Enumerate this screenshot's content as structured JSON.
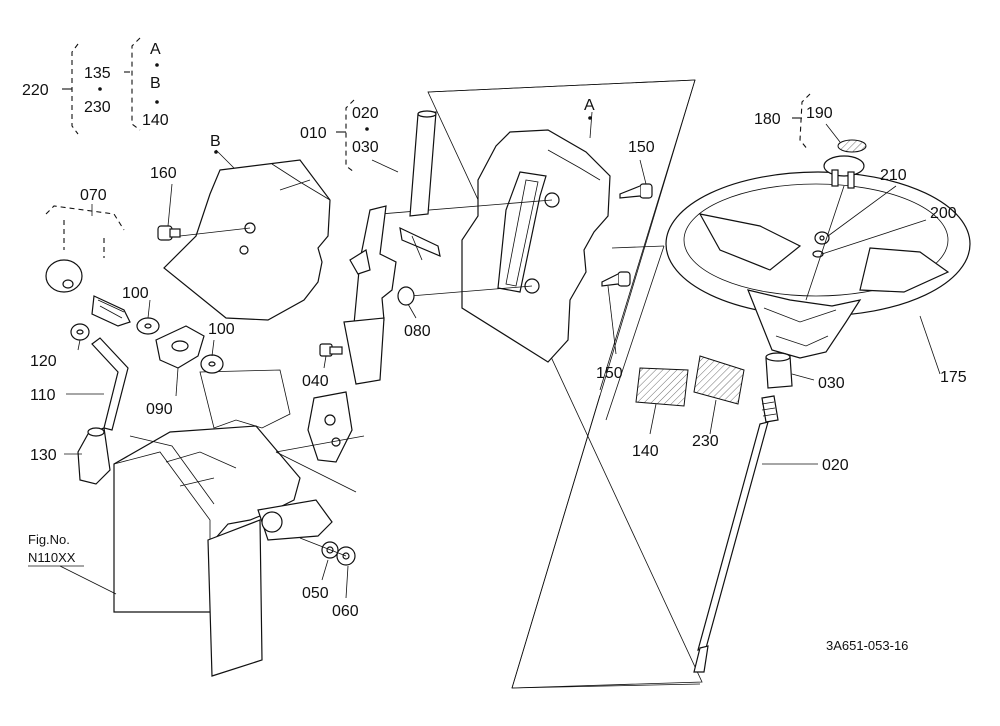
{
  "figure": {
    "fig_label": "Fig.No.",
    "fig_number": "N110XX",
    "drawing_code": "3A651-053-16"
  },
  "callouts": [
    {
      "id": "220",
      "label": "220"
    },
    {
      "id": "135",
      "label": "135"
    },
    {
      "id": "230a",
      "label": "230"
    },
    {
      "id": "A-top",
      "label": "A"
    },
    {
      "id": "B-top",
      "label": "B"
    },
    {
      "id": "140a",
      "label": "140"
    },
    {
      "id": "010",
      "label": "010"
    },
    {
      "id": "020a",
      "label": "020"
    },
    {
      "id": "030a",
      "label": "030"
    },
    {
      "id": "A-cover",
      "label": "A"
    },
    {
      "id": "B-cover",
      "label": "B"
    },
    {
      "id": "160",
      "label": "160"
    },
    {
      "id": "150a",
      "label": "150"
    },
    {
      "id": "150b",
      "label": "150"
    },
    {
      "id": "070",
      "label": "070"
    },
    {
      "id": "100a",
      "label": "100"
    },
    {
      "id": "100b",
      "label": "100"
    },
    {
      "id": "120",
      "label": "120"
    },
    {
      "id": "110",
      "label": "110"
    },
    {
      "id": "090",
      "label": "090"
    },
    {
      "id": "130",
      "label": "130"
    },
    {
      "id": "080",
      "label": "080"
    },
    {
      "id": "040",
      "label": "040"
    },
    {
      "id": "050",
      "label": "050"
    },
    {
      "id": "060",
      "label": "060"
    },
    {
      "id": "180",
      "label": "180"
    },
    {
      "id": "190",
      "label": "190"
    },
    {
      "id": "210",
      "label": "210"
    },
    {
      "id": "200",
      "label": "200"
    },
    {
      "id": "175",
      "label": "175"
    },
    {
      "id": "030b",
      "label": "030"
    },
    {
      "id": "140b",
      "label": "140"
    },
    {
      "id": "230b",
      "label": "230"
    },
    {
      "id": "020b",
      "label": "020"
    }
  ]
}
